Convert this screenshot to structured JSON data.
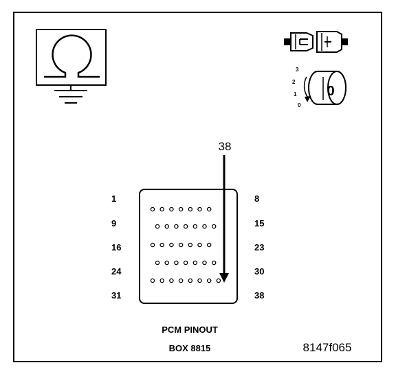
{
  "figure": {
    "probe_pin": "38",
    "caption_line1": "PCM PINOUT",
    "caption_line2": "BOX 8815",
    "figure_id": "8147f065",
    "key_positions": [
      "3",
      "2",
      "1",
      "0"
    ],
    "key_label": "0",
    "icons": {
      "meter": "ohmmeter-icon",
      "connector": "disconnected-connector-icon",
      "ignition": "ignition-key-icon"
    }
  },
  "pins": {
    "rows": [
      {
        "left": "1",
        "right": "8",
        "count": 7
      },
      {
        "left": "9",
        "right": "15",
        "count": 7
      },
      {
        "left": "16",
        "right": "23",
        "count": 7
      },
      {
        "left": "24",
        "right": "30",
        "count": 7
      },
      {
        "left": "31",
        "right": "38",
        "count": 8
      }
    ]
  },
  "colors": {
    "ink": "#000000",
    "background": "#ffffff"
  }
}
